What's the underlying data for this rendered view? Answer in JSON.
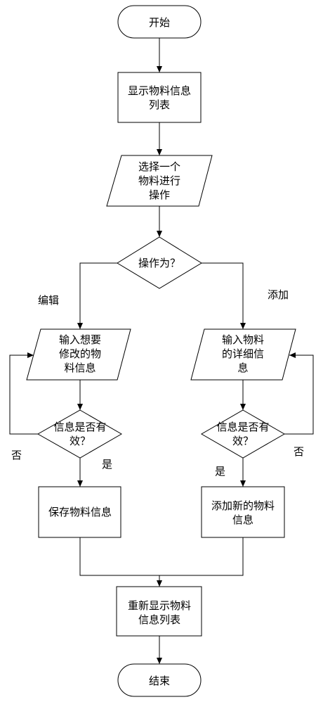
{
  "nodes": {
    "start": "开始",
    "show_list": [
      "显示物料信息",
      "列表"
    ],
    "select_item": [
      "选择一个",
      "物料进行",
      "操作"
    ],
    "decision_op": "操作为？",
    "input_edit": [
      "输入想要",
      "修改的物",
      "料信息"
    ],
    "input_add": [
      "输入物料",
      "的详细信",
      "息"
    ],
    "valid_left": [
      "信息是否有",
      "效？"
    ],
    "valid_right": [
      "信息是否有",
      "效？"
    ],
    "save": "保存物料信息",
    "add_new": [
      "添加新的物料",
      "信息"
    ],
    "redisplay": [
      "重新显示物料",
      "信息列表"
    ],
    "end": "结束"
  },
  "edges": {
    "edit": "编辑",
    "add": "添加",
    "no_left": "否",
    "yes_left": "是",
    "yes_right": "是",
    "no_right": "否"
  }
}
